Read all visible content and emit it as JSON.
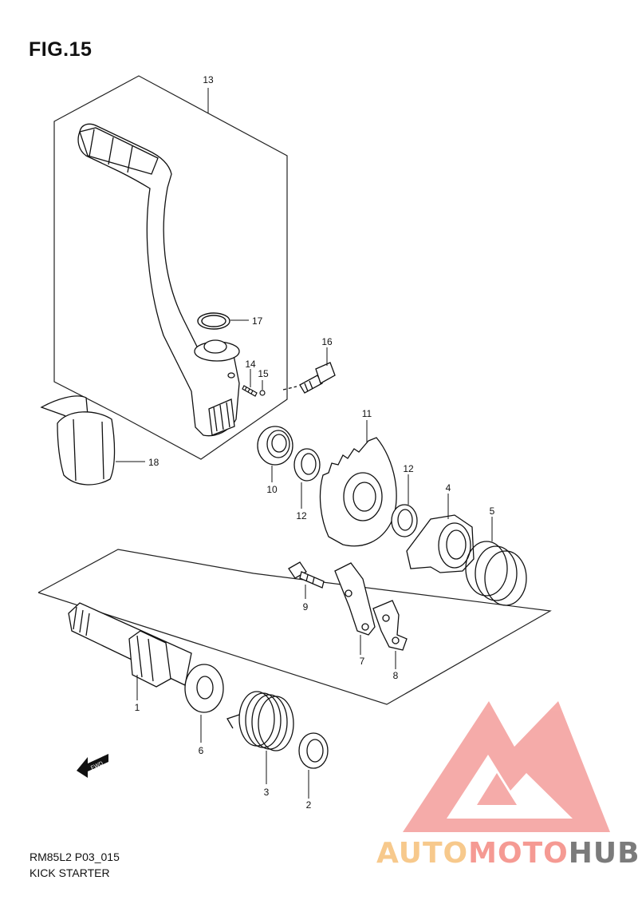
{
  "figure": {
    "title": "FIG.15"
  },
  "footer": {
    "code": "RM85L2 P03_015",
    "name": "KICK STARTER"
  },
  "fwd_label": "FWD",
  "callouts": [
    {
      "id": "c1",
      "label": "1"
    },
    {
      "id": "c2",
      "label": "2"
    },
    {
      "id": "c3",
      "label": "3"
    },
    {
      "id": "c4",
      "label": "4"
    },
    {
      "id": "c5",
      "label": "5"
    },
    {
      "id": "c6",
      "label": "6"
    },
    {
      "id": "c7",
      "label": "7"
    },
    {
      "id": "c8",
      "label": "8"
    },
    {
      "id": "c9",
      "label": "9"
    },
    {
      "id": "c10",
      "label": "10"
    },
    {
      "id": "c11",
      "label": "11"
    },
    {
      "id": "c12a",
      "label": "12"
    },
    {
      "id": "c12b",
      "label": "12"
    },
    {
      "id": "c13",
      "label": "13"
    },
    {
      "id": "c14",
      "label": "14"
    },
    {
      "id": "c15",
      "label": "15"
    },
    {
      "id": "c16",
      "label": "16"
    },
    {
      "id": "c17",
      "label": "17"
    },
    {
      "id": "c18",
      "label": "18"
    }
  ],
  "watermark": {
    "part1": "AUTO",
    "part2": "MOTO",
    "part3": "HUB",
    "colors": {
      "auto": "#f7c98c",
      "moto": "#f59a93",
      "hub": "#7b7b7b",
      "logo": "#f5a3a0"
    }
  }
}
